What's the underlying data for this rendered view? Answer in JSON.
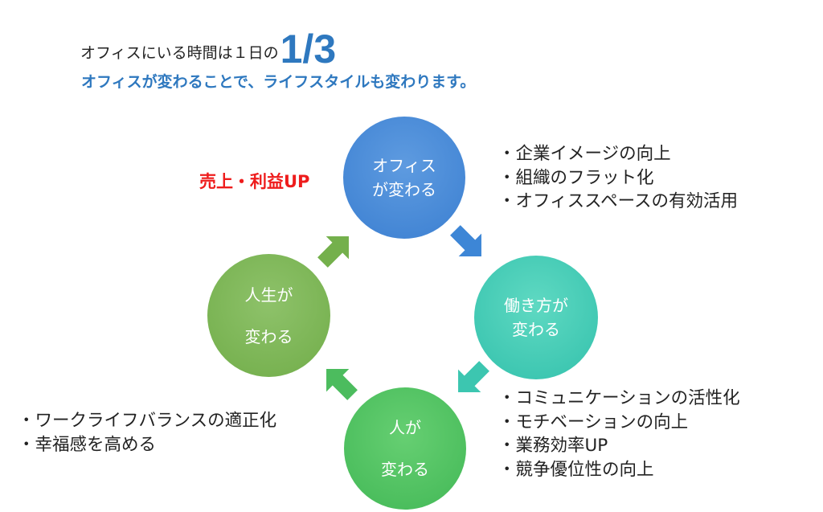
{
  "header": {
    "line1_text": "オフィスにいる時間は１日の",
    "line1_highlight": "1/3",
    "line2": "オフィスが変わることで、ライフスタイルも変わります。"
  },
  "cycle": {
    "office": {
      "line1": "オフィス",
      "line2": "が変わる",
      "color": "#3b7fd1"
    },
    "work": {
      "line1": "働き方が",
      "line2": "変わる",
      "color": "#33c1ac"
    },
    "people": {
      "line1": "人が",
      "line2": "変わる",
      "color": "#42b856"
    },
    "life": {
      "line1": "人生が",
      "line2": "変わる",
      "color": "#71ad49"
    }
  },
  "sales_label": "売上・利益UP",
  "office_effects": [
    "・企業イメージの向上",
    "・組織のフラット化",
    "・オフィススペースの有効活用"
  ],
  "people_effects": [
    "・コミュニケーションの活性化",
    "・モチベーションの向上",
    "・業務効率UP",
    "・競争優位性の向上"
  ],
  "life_effects": [
    "・ワークライフバランスの適正化",
    "・幸福感を高める"
  ],
  "colors": {
    "accent_blue": "#2e78bf",
    "sales_red": "#ee1c1c",
    "arrow_blue": "#3d86d6",
    "arrow_teal": "#3cc6b0",
    "arrow_green": "#4cbc5e",
    "arrow_olive": "#74b04c"
  },
  "icons": {
    "arrow_office_to_work": "arrow-down-right-icon",
    "arrow_work_to_people": "arrow-down-left-icon",
    "arrow_people_to_life": "arrow-up-left-icon",
    "arrow_life_to_office": "arrow-up-right-icon"
  }
}
